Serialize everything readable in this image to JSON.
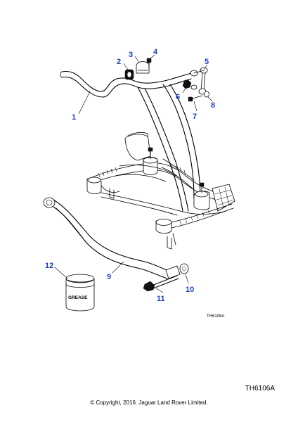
{
  "figure_ref_inner": "TH6106A",
  "figure_ref": "TH6106A",
  "copyright": "© Copyright, 2016. Jaguar Land Rover Limited.",
  "grease_label": "GREASE",
  "callouts": [
    "1",
    "2",
    "3",
    "4",
    "5",
    "6",
    "7",
    "8",
    "9",
    "10",
    "11",
    "12"
  ],
  "callout_color": "#1a3ec8"
}
